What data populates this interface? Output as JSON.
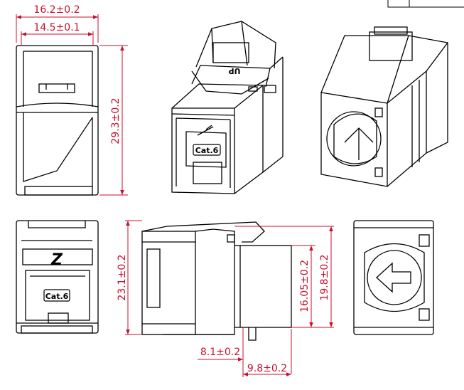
{
  "dimensions": {
    "overall_width": "16.2±0.2",
    "inner_width": "14.5±0.1",
    "height_side": "29.3±0.2",
    "height_front": "23.1±0.2",
    "body_height": "19.8±0.2",
    "cavity_height": "16.05±0.2",
    "depth_offset": "8.1±0.2",
    "rear_depth": "9.8±0.2"
  },
  "labels": {
    "category": "Cat.6",
    "up_mark": "UP",
    "logo_mark": "Z"
  },
  "colors": {
    "dimension": "#c8102e",
    "outline": "#000000"
  }
}
